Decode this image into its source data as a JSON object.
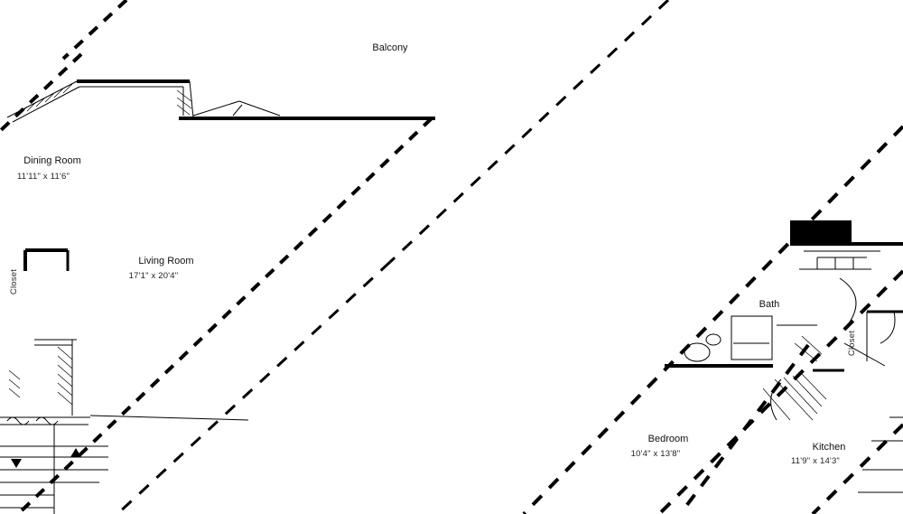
{
  "plan": {
    "colors": {
      "wall": "#000000",
      "background": "#ffffff"
    },
    "rooms": [
      {
        "id": "balcony",
        "name": "Balcony",
        "dims": ""
      },
      {
        "id": "dining",
        "name": "Dining Room",
        "dims": "11'11\" x 11'6\""
      },
      {
        "id": "living",
        "name": "Living Room",
        "dims": "17'1\" x 20'4\""
      },
      {
        "id": "bath",
        "name": "Bath",
        "dims": ""
      },
      {
        "id": "bedroom",
        "name": "Bedroom",
        "dims": "10'4\" x 13'8\""
      },
      {
        "id": "kitchen",
        "name": "Kitchen",
        "dims": "11'9\" x 14'3\""
      }
    ],
    "closets": [
      {
        "id": "closet-left",
        "name": "Closet"
      },
      {
        "id": "closet-right",
        "name": "Closet"
      }
    ]
  }
}
